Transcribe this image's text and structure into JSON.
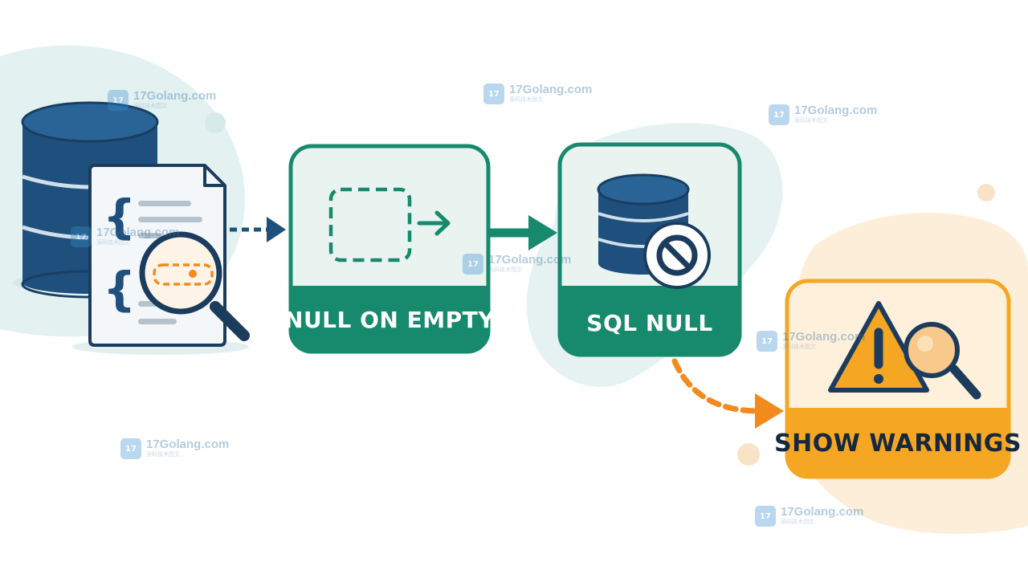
{
  "steps": [
    {
      "label": "NULL ON EMPTY"
    },
    {
      "label": "SQL NULL"
    },
    {
      "label": "SHOW WARNINGS"
    }
  ],
  "watermark": {
    "text": "17Golang.com",
    "subtext": "源码技术图文",
    "logo": "17"
  },
  "colors": {
    "navy": "#1f4f7c",
    "teal": "#178a6e",
    "orange": "#f28a1e",
    "amber": "#f5a623"
  }
}
